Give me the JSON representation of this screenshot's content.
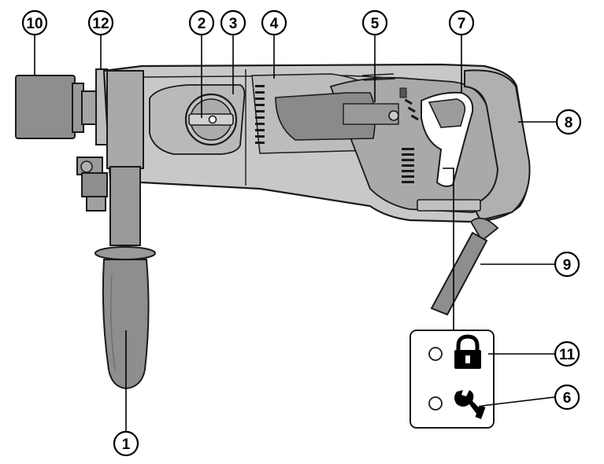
{
  "diagram": {
    "callouts": [
      {
        "id": "callout-10",
        "label": "10"
      },
      {
        "id": "callout-12",
        "label": "12"
      },
      {
        "id": "callout-2",
        "label": "2"
      },
      {
        "id": "callout-3",
        "label": "3"
      },
      {
        "id": "callout-4",
        "label": "4"
      },
      {
        "id": "callout-5",
        "label": "5"
      },
      {
        "id": "callout-7",
        "label": "7"
      },
      {
        "id": "callout-8",
        "label": "8"
      },
      {
        "id": "callout-9",
        "label": "9"
      },
      {
        "id": "callout-11",
        "label": "11"
      },
      {
        "id": "callout-6",
        "label": "6"
      },
      {
        "id": "callout-1",
        "label": "1"
      }
    ],
    "indicator_panel": {
      "rows": [
        {
          "icon": "padlock-icon"
        },
        {
          "icon": "wrench-icon"
        }
      ]
    },
    "colors": {
      "body_light": "#c8c8c8",
      "body_mid": "#a9a9a9",
      "body_dark": "#8a8a8a",
      "outline": "#1a1a1a"
    }
  }
}
